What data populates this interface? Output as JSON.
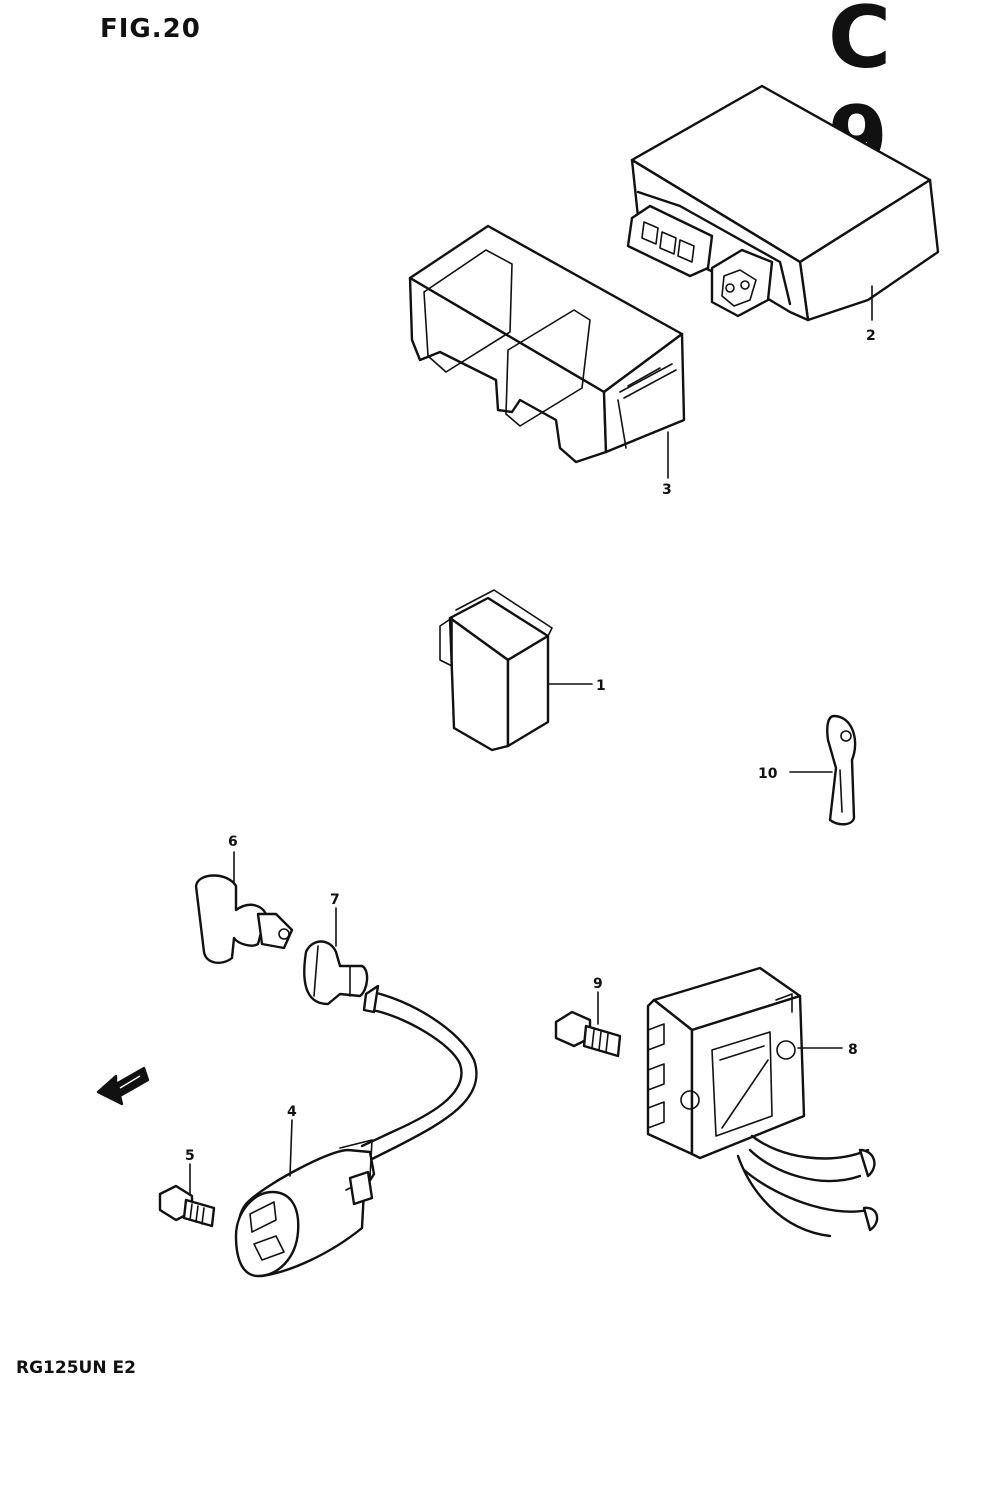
{
  "header": {
    "figure_label": "FIG.20",
    "section_code": "C 9"
  },
  "footer": {
    "model_code": "RG125UN E2"
  },
  "callouts": [
    {
      "number": "1"
    },
    {
      "number": "2"
    },
    {
      "number": "3"
    },
    {
      "number": "4"
    },
    {
      "number": "5"
    },
    {
      "number": "6"
    },
    {
      "number": "7"
    },
    {
      "number": "8"
    },
    {
      "number": "9"
    },
    {
      "number": "10"
    }
  ]
}
